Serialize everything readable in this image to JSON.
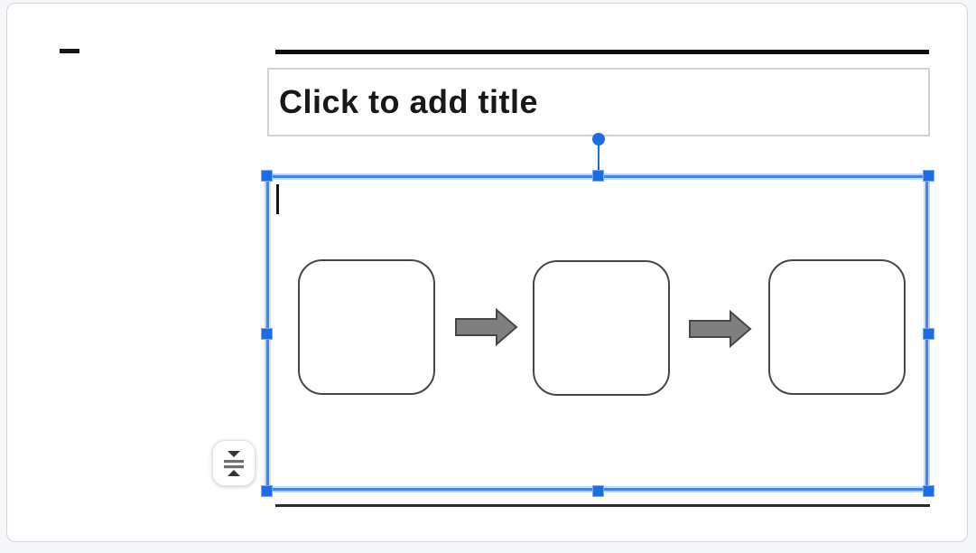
{
  "app": {
    "description": "Presentation slide editor canvas with an empty titled slide being edited"
  },
  "slide": {
    "title_box": {
      "placeholder": "Click to add title"
    },
    "body_box": {
      "selected": true,
      "text_value": "",
      "cursor_visible": true,
      "handle_count": 8
    },
    "diagram": {
      "type": "process-flow",
      "nodes": [
        {
          "shape": "rounded-rectangle",
          "label": ""
        },
        {
          "shape": "rounded-rectangle",
          "label": ""
        },
        {
          "shape": "rounded-rectangle",
          "label": ""
        }
      ],
      "connectors": [
        {
          "type": "block-arrow",
          "direction": "right"
        },
        {
          "type": "block-arrow",
          "direction": "right"
        }
      ]
    },
    "decorations": {
      "top_rule": true,
      "bottom_rule": true,
      "dash_mark": true
    }
  },
  "icons": {
    "autofit": "autofit-text-icon"
  },
  "colors": {
    "selection_blue": "#4384f3",
    "handle_blue": "#1d6ce2",
    "arrow_fill": "#7f7f7f",
    "arrow_stroke": "#474747",
    "node_border": "#474747",
    "rule_black": "#0c0c0c",
    "title_border": "#d2d2d2",
    "canvas_border": "#d6d6d6",
    "page_background": "#f5f7fa"
  }
}
